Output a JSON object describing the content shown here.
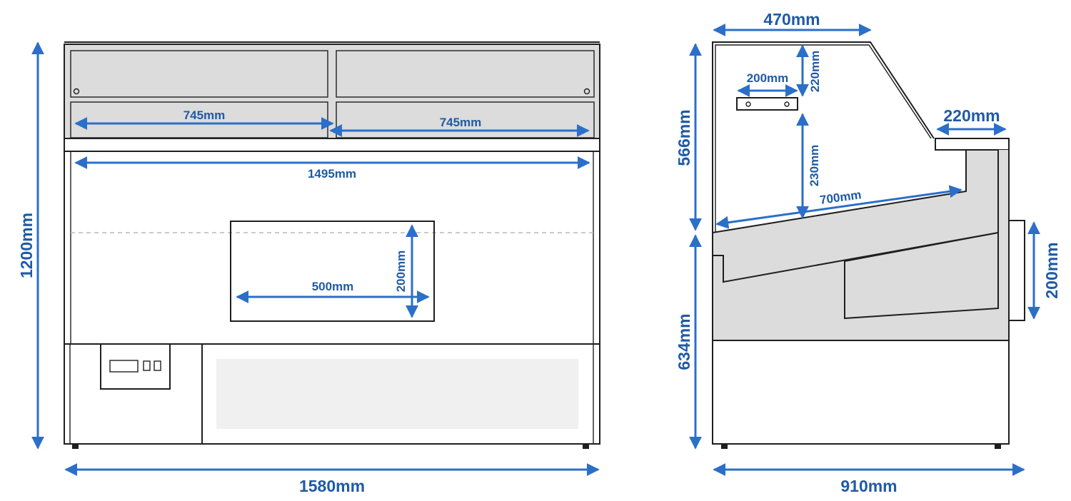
{
  "dimensions": {
    "front_height": "1200mm",
    "front_width": "1580mm",
    "inner_width": "1495mm",
    "shelf_left": "745mm",
    "shelf_right": "745mm",
    "window_width": "500mm",
    "window_height": "200mm",
    "side_depth": "910mm",
    "side_top_depth": "470mm",
    "counter_depth": "220mm",
    "upper_height": "566mm",
    "lower_height": "634mm",
    "bracket_width": "200mm",
    "bracket_gap": "220mm",
    "shelf_gap": "230mm",
    "display_depth": "700mm",
    "side_panel_height": "200mm"
  },
  "colors": {
    "dimension": "#2b6fc9",
    "dimension_text": "#1f5aa6",
    "outline": "#1f1f1f",
    "fill_gray": "#dcdcdc",
    "panel_light": "#f0f0f0"
  }
}
